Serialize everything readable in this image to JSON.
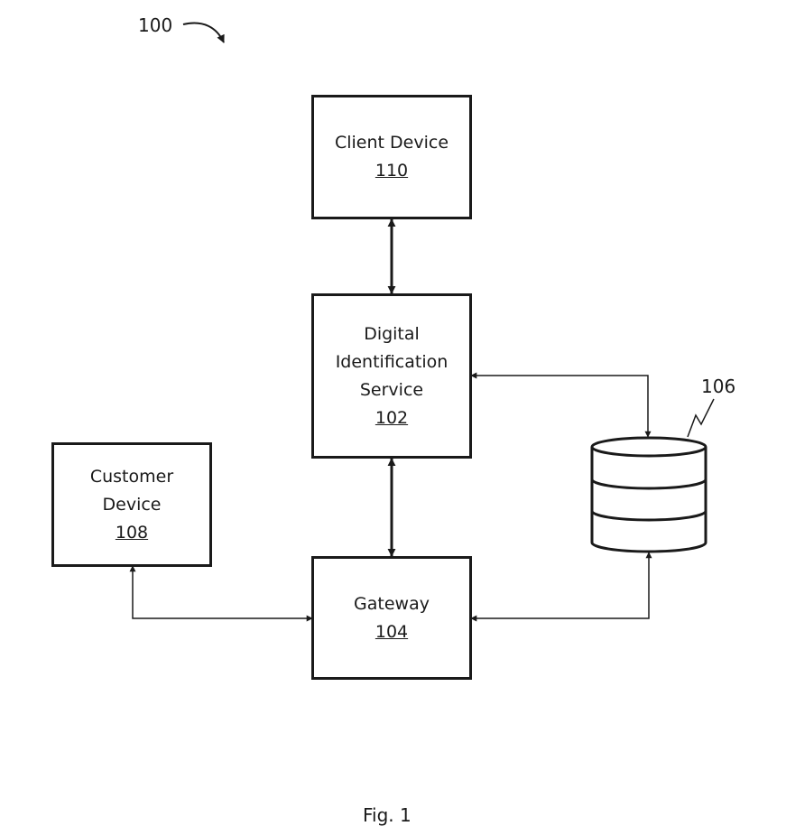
{
  "figure_ref": "100",
  "database_ref": "106",
  "figure_caption": "Fig. 1",
  "nodes": {
    "client_device": {
      "name": "Client Device",
      "ref": "110"
    },
    "digital_identification_service": {
      "line1": "Digital",
      "line2": "Identification",
      "line3": "Service",
      "ref": "102"
    },
    "customer_device": {
      "line1": "Customer",
      "line2": "Device",
      "ref": "108"
    },
    "gateway": {
      "name": "Gateway",
      "ref": "104"
    }
  },
  "colors": {
    "line": "#1a1a1a",
    "background": "#ffffff"
  }
}
